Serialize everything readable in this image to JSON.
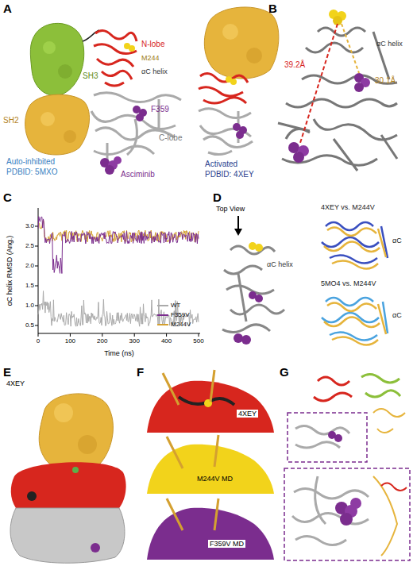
{
  "diagram": {
    "labels": [
      "A",
      "SH3",
      "SH2",
      "N-lobe",
      "M244",
      "αC helix",
      "F359",
      "C-lobe",
      "Asciminib",
      "Auto-inhibited",
      "PDBID: 5MXO",
      "Activated",
      "PDBID: 4XEY",
      "B",
      "39.2Å",
      "30.1Å",
      "αC helix",
      "C",
      "αC helix RMSD (Ang.)",
      "Time (ns)",
      "0",
      "100",
      "200",
      "300",
      "400",
      "500",
      "0.5",
      "1.0",
      "1.5",
      "2.0",
      "2.5",
      "3.0",
      "D",
      "Top View",
      "αC helix",
      "4XEY vs. M244V",
      "αC",
      "5MO4 vs. M244V",
      "αC",
      "E",
      "4XEY",
      "F",
      "4XEY",
      "M244V MD",
      "F359V MD",
      "G"
    ],
    "legend": [
      {
        "text": "WT"
      },
      {
        "text": "F359V"
      },
      {
        "text": "M244V"
      }
    ]
  }
}
